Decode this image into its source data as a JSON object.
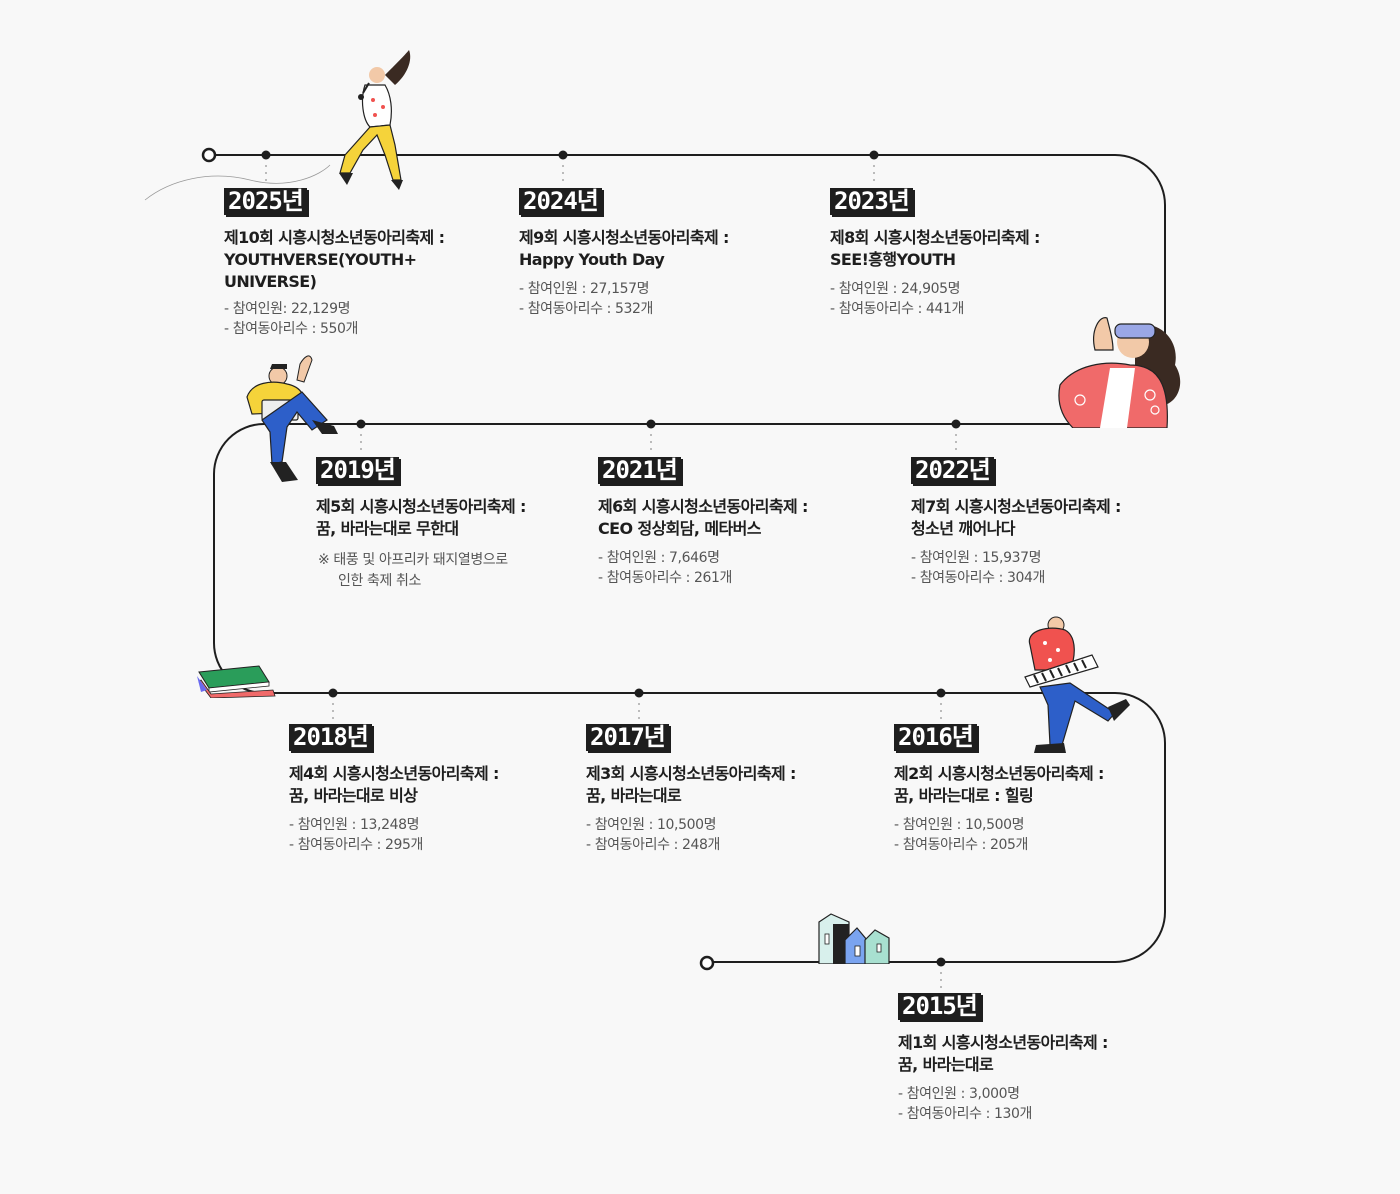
{
  "timeline": {
    "entries": [
      {
        "year": "2025년",
        "title": "제10회 시흥시청소년동아리축제 :\nYOUTHVERSE(YOUTH+\nUNIVERSE)",
        "participants": "- 참여인원: 22,129명",
        "clubs": "- 참여동아리수 : 550개"
      },
      {
        "year": "2024년",
        "title": "제9회 시흥시청소년동아리축제 :\nHappy Youth Day",
        "participants": "- 참여인원 : 27,157명",
        "clubs": "- 참여동아리수 : 532개"
      },
      {
        "year": "2023년",
        "title": "제8회 시흥시청소년동아리축제 :\nSEE!흥행YOUTH",
        "participants": "- 참여인원 : 24,905명",
        "clubs": "- 참여동아리수 : 441개"
      },
      {
        "year": "2019년",
        "title": "제5회 시흥시청소년동아리축제 :\n꿈, 바라는대로 무한대",
        "note_line1": "※ 태풍 및 아프리카 돼지열병으로",
        "note_line2": "인한 축제 취소"
      },
      {
        "year": "2021년",
        "title": "제6회 시흥시청소년동아리축제 :\nCEO 정상회담, 메타버스",
        "participants": "- 참여인원 : 7,646명",
        "clubs": "- 참여동아리수 : 261개"
      },
      {
        "year": "2022년",
        "title": "제7회 시흥시청소년동아리축제 :\n청소년 깨어나다",
        "participants": "- 참여인원 : 15,937명",
        "clubs": "- 참여동아리수 : 304개"
      },
      {
        "year": "2018년",
        "title": "제4회 시흥시청소년동아리축제 :\n꿈, 바라는대로 비상",
        "participants": "- 참여인원 : 13,248명",
        "clubs": "- 참여동아리수 : 295개"
      },
      {
        "year": "2017년",
        "title": "제3회 시흥시청소년동아리축제 :\n꿈, 바라는대로",
        "participants": "- 참여인원 : 10,500명",
        "clubs": "- 참여동아리수 : 248개"
      },
      {
        "year": "2016년",
        "title": "제2회 시흥시청소년동아리축제 :\n꿈, 바라는대로 : 힐링",
        "participants": "- 참여인원 : 10,500명",
        "clubs": "- 참여동아리수 : 205개"
      },
      {
        "year": "2015년",
        "title": "제1회 시흥시청소년동아리축제 :\n꿈, 바라는대로",
        "participants": "- 참여인원 : 3,000명",
        "clubs": "- 참여동아리수 : 130개"
      }
    ]
  },
  "colors": {
    "line": "#1e1e1e",
    "badge": "#1e1e1e",
    "accent_red": "#f0524f",
    "accent_yellow": "#f5d33a",
    "accent_blue": "#2d5fc9"
  },
  "illustrations": [
    "singer-illustration",
    "vr-headset-illustration",
    "laptop-boy-illustration",
    "books-illustration",
    "keyboard-player-illustration",
    "houses-illustration"
  ]
}
